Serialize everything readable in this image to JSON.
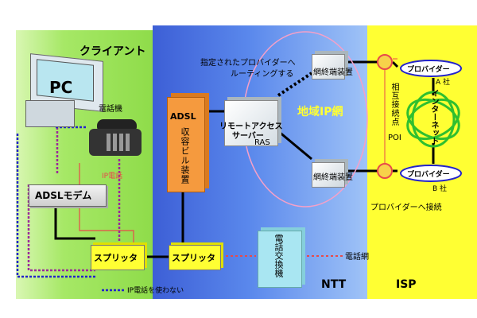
{
  "zones": {
    "client_title": "クライアント",
    "ntt_title": "NTT",
    "isp_title": "ISP"
  },
  "client": {
    "pc_label": "PC",
    "phone_label": "電話機",
    "ip_phone_label": "IP電話",
    "adsl_modem_label": "ADSLモデム",
    "splitter_label": "スプリッタ",
    "legend_text": "IP電話を使わない"
  },
  "ntt": {
    "adsl_label": "ADSL",
    "adsl_vertical": "収容ビル装置",
    "routing_note_line1": "指定されたプロバイダーへ",
    "routing_note_line2": "ルーティングする",
    "ras_line1": "リモートアクセス",
    "ras_line2": "サーバー",
    "ras_abbr": "RAS",
    "regional_ip_label": "地域IP網",
    "terminal_top_label": "網終端装置",
    "terminal_bottom_label": "網終端装置",
    "splitter_label": "スプリッタ",
    "exchange_label": "電話交換機",
    "phone_network_label": "電話網"
  },
  "isp": {
    "poi_vertical": "相互接続点",
    "poi_abbr": "POI",
    "provider_a_label": "プロバイダー",
    "provider_a_company": "A 社",
    "provider_b_label": "プロバイダー",
    "provider_b_company": "B 社",
    "internet_label": "インターネット",
    "connect_label": "プロバイダーへ接続"
  },
  "colors": {
    "client_bg": "#9be05a",
    "ntt_bg": "#3f6ee0",
    "isp_bg": "#ffff2e",
    "adsl_box": "#f59a3e",
    "splitter": "#ffff33",
    "exchange": "#a9e6f2",
    "connector_red": "#e84a4a",
    "internet_green": "#2fbf2f",
    "legend_dots": "#2222cc",
    "purple_line": "#8a2a8a"
  }
}
